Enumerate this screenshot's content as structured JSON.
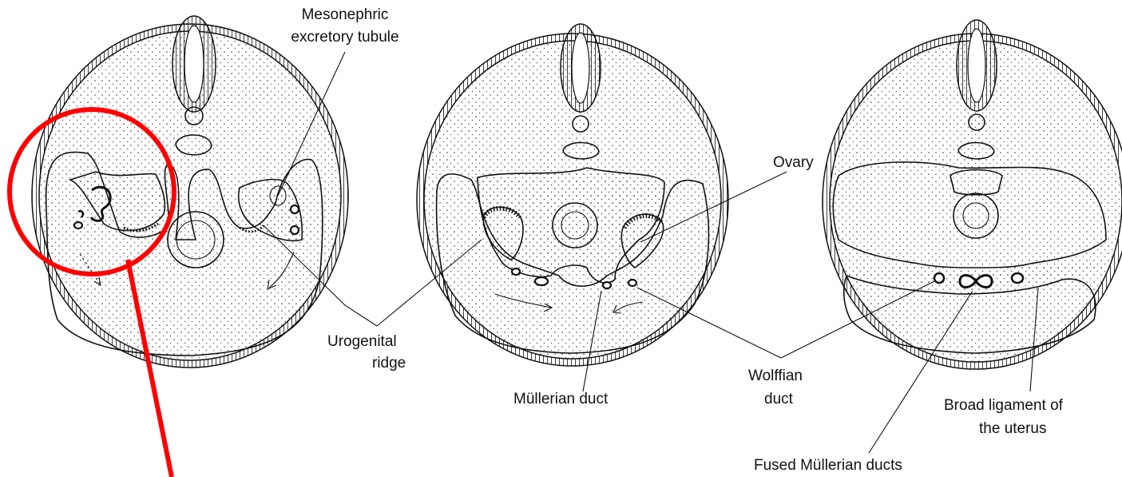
{
  "labels": {
    "mesonephric_line1": "Mesonephric",
    "mesonephric_line2": "excretory tubule",
    "ovary": "Ovary",
    "urogenital_line1": "Urogenital",
    "urogenital_line2": "ridge",
    "mullerian_duct": "Müllerian duct",
    "wolffian_line1": "Wolffian",
    "wolffian_line2": "duct",
    "broad_ligament_line1": "Broad ligament of",
    "broad_ligament_line2": "the uterus",
    "fused_mullerian": "Fused Müllerian ducts"
  },
  "colors": {
    "ink": "#111111",
    "highlight": "#ff0000",
    "background": "#ffffff"
  }
}
